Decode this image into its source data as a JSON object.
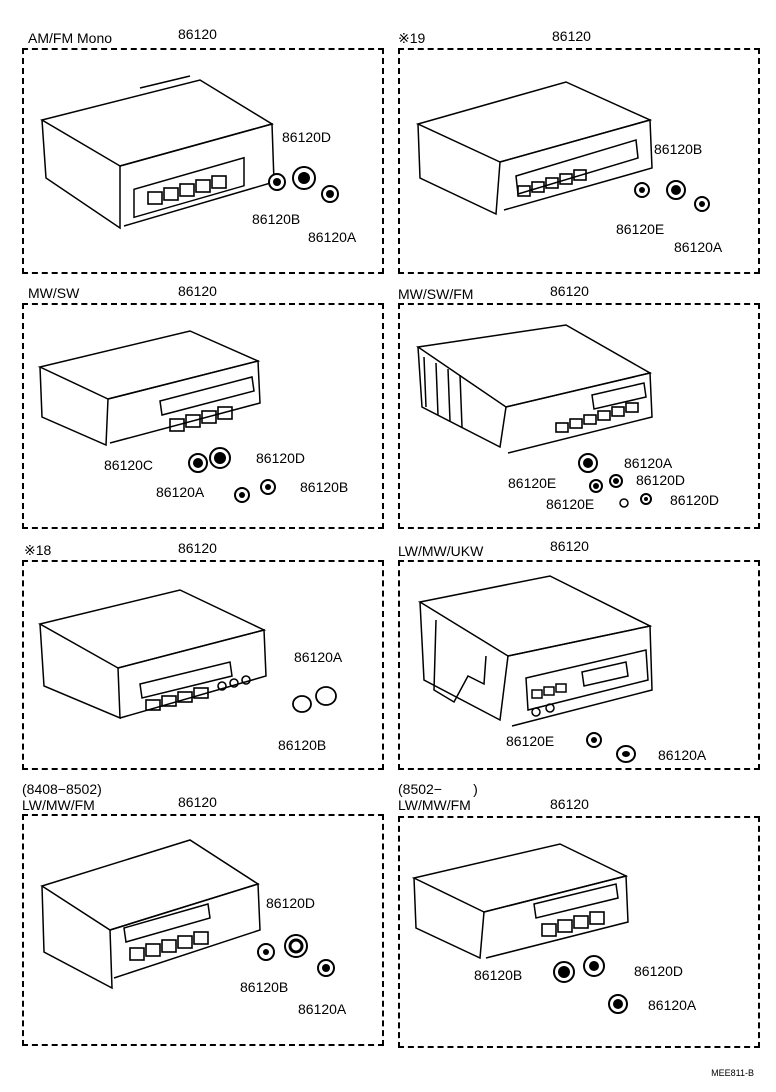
{
  "panels": [
    {
      "heading": "AM/FM Mono",
      "part": "86120",
      "labels": [
        "86120D",
        "86120B",
        "86120A"
      ]
    },
    {
      "heading": "※19",
      "part": "86120",
      "labels": [
        "86120B",
        "86120E",
        "86120A"
      ]
    },
    {
      "heading": "MW/SW",
      "part": "86120",
      "labels": [
        "86120C",
        "86120D",
        "86120A",
        "86120B"
      ]
    },
    {
      "heading": "MW/SW/FM",
      "part": "86120",
      "labels": [
        "86120A",
        "86120E",
        "86120D",
        "86120E",
        "86120D"
      ]
    },
    {
      "heading": "※18",
      "part": "86120",
      "labels": [
        "86120A",
        "86120B"
      ]
    },
    {
      "heading": "LW/MW/UKW",
      "part": "86120",
      "labels": [
        "86120E",
        "86120A"
      ]
    },
    {
      "heading": "(8408−8502)\nLW/MW/FM",
      "part": "86120",
      "labels": [
        "86120D",
        "86120B",
        "86120A"
      ]
    },
    {
      "heading": "(8502−        )\nLW/MW/FM",
      "part": "86120",
      "labels": [
        "86120B",
        "86120D",
        "86120A"
      ]
    }
  ],
  "footer_code": "MEE811-B"
}
